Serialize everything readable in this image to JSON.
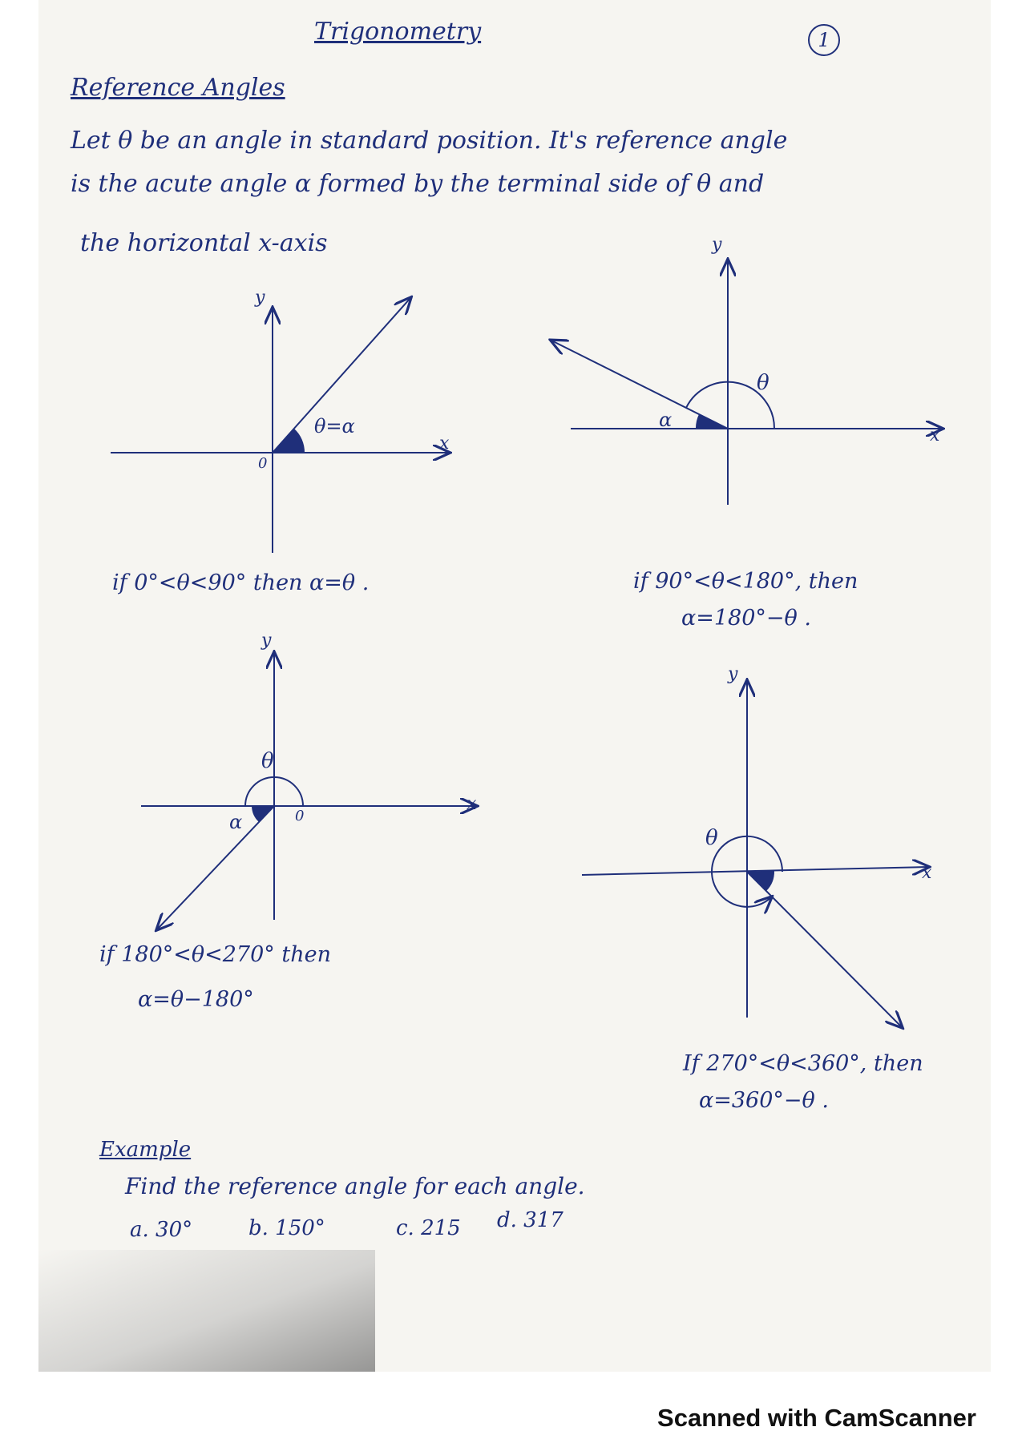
{
  "page": {
    "title": "Trigonometry",
    "page_number": "1",
    "section_heading": "Reference Angles",
    "intro_lines": [
      "Let θ be an angle in standard position. It's reference angle",
      "is the acute angle α formed by the terminal side of θ and",
      "the horizontal x-axis"
    ]
  },
  "diagrams": {
    "q1": {
      "y_label": "y",
      "x_label": "x",
      "origin_label": "0",
      "angle_label": "θ=α",
      "caption": [
        "if 0°<θ<90° then α=θ ."
      ]
    },
    "q2": {
      "y_label": "y",
      "x_label": "x",
      "theta_label": "θ",
      "alpha_label": "α",
      "caption": [
        "if 90°<θ<180°, then",
        "α=180°−θ ."
      ]
    },
    "q3": {
      "y_label": "y",
      "x_label": "x",
      "theta_label": "θ",
      "alpha_label": "α",
      "origin_label": "0",
      "caption": [
        "if 180°<θ<270° then",
        "α=θ−180°"
      ]
    },
    "q4": {
      "y_label": "y",
      "x_label": "x",
      "theta_label": "θ",
      "caption": [
        "If 270°<θ<360°, then",
        "α=360°−θ ."
      ]
    }
  },
  "example": {
    "heading": "Example",
    "prompt": "Find the reference angle for each angle.",
    "items": [
      "a. 30°",
      "b. 150°",
      "c. 215",
      "d. 317"
    ]
  },
  "footer": {
    "watermark": "Scanned with CamScanner"
  },
  "colors": {
    "ink": "#1f2f7a",
    "paper": "#f6f5f1",
    "footer_text": "#111111"
  }
}
